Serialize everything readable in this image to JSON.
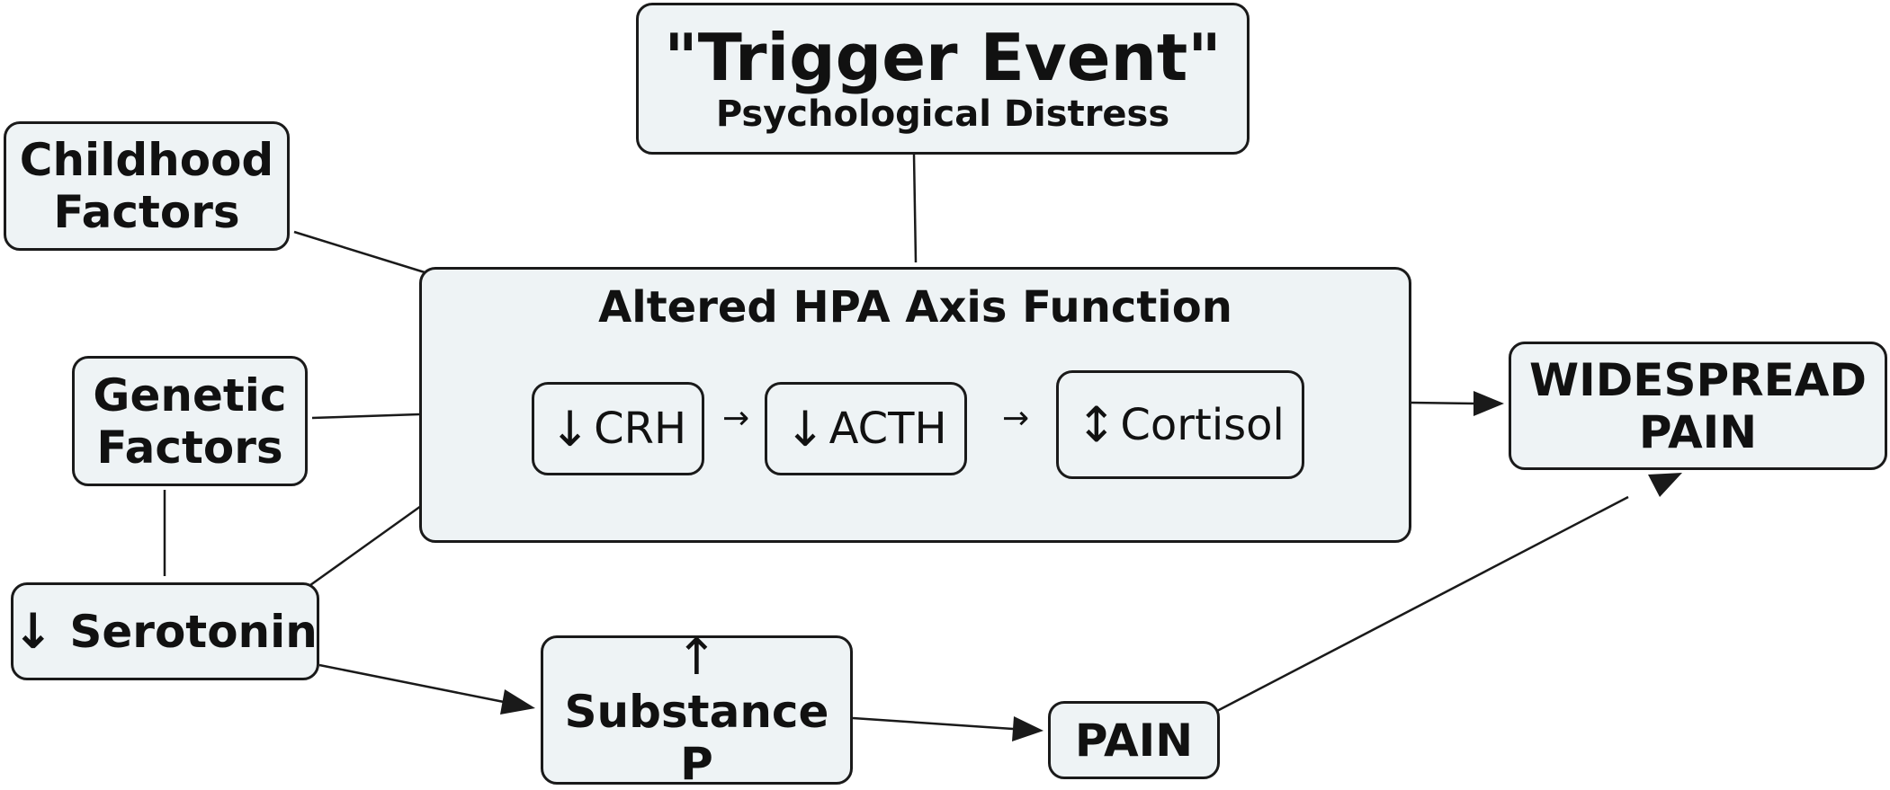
{
  "diagram": {
    "trigger": {
      "title": "\"Trigger Event\"",
      "subtitle": "Psychological Distress"
    },
    "childhood": {
      "line1": "Childhood",
      "line2": "Factors"
    },
    "genetic": {
      "line1": "Genetic",
      "line2": "Factors"
    },
    "serotonin": {
      "arrow": "↓",
      "label": "Serotonin"
    },
    "hpa": {
      "title": "Altered HPA Axis Function",
      "crh": {
        "arrow": "↓",
        "label": "CRH"
      },
      "acth": {
        "arrow": "↓",
        "label": "ACTH"
      },
      "cortisol": {
        "arrow": "↕",
        "label": "Cortisol"
      },
      "step_arrow": "→"
    },
    "substance_p": {
      "arrow": "↑",
      "label": "Substance P"
    },
    "pain": {
      "label": "PAIN"
    },
    "widespread": {
      "line1": "WIDESPREAD",
      "line2": "PAIN"
    }
  },
  "colors": {
    "box_fill": "#eef3f5",
    "stroke": "#1a1a1a"
  }
}
